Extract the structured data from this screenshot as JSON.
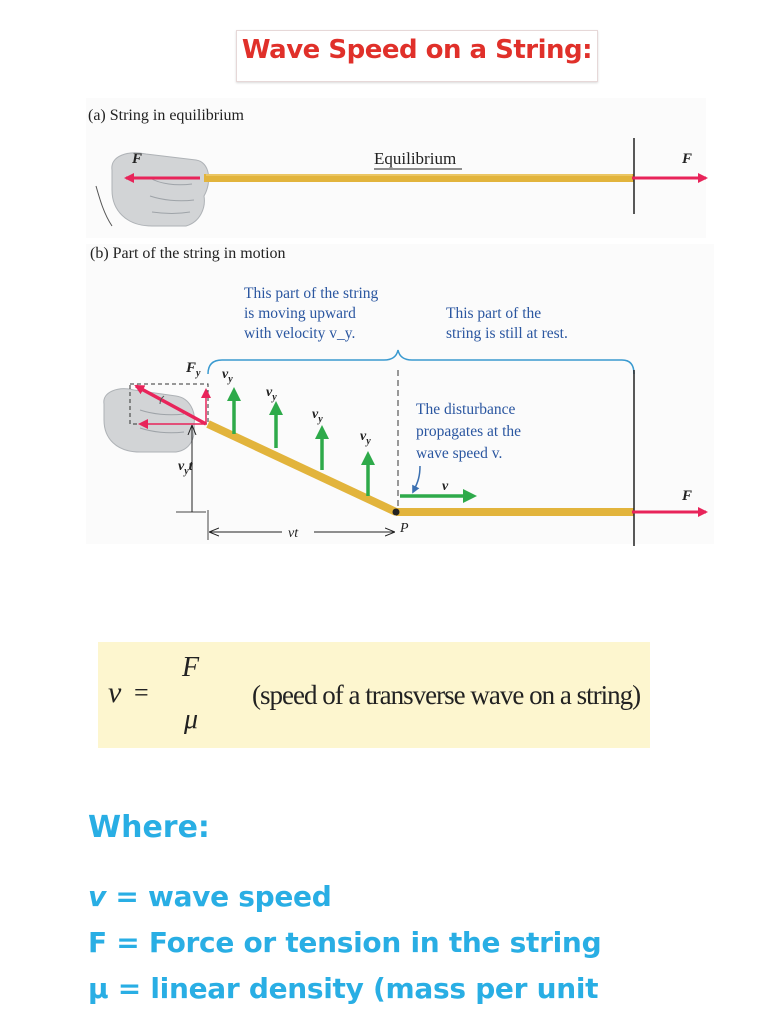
{
  "title": "Wave Speed on a String:",
  "panel_a": {
    "label": "(a) String in equilibrium",
    "equilibrium_label": "Equilibrium",
    "force_left": "F",
    "force_right": "F"
  },
  "panel_b": {
    "label": "(b) Part of the string in motion",
    "moving_note": [
      "This part of the string",
      "is moving upward",
      "with velocity v_y."
    ],
    "rest_note": [
      "This part of the",
      "string is still at rest."
    ],
    "disturbance_note": [
      "The disturbance",
      "propagates at the",
      "wave speed v."
    ],
    "fy_label": "F",
    "fy_sub": "y",
    "vy_label": "v",
    "vy_sub": "y",
    "vyt_label": "v",
    "vyt_sub": "y",
    "vyt_suffix": "t",
    "v_label": "v",
    "vt_label": "vt",
    "p_label": "P",
    "force_right": "F"
  },
  "formula": {
    "lhs": "v",
    "eq": "=",
    "numerator": "F",
    "denominator": "μ",
    "description": "(speed of a transverse wave on a string)"
  },
  "where_label": "Where:",
  "definitions": {
    "v_symbol": "v",
    "v_text": " = wave speed",
    "f_line": "F = Force or tension in the string",
    "mu_line": "µ = linear density (mass per unit"
  },
  "colors": {
    "title": "#e0302a",
    "accent_blue": "#29aee4",
    "string": "#e2b43c",
    "force_arrow": "#e8245a",
    "velocity_arrow": "#2eaa4a",
    "brace": "#3a9ad0",
    "formula_bg": "#fdf6cf"
  }
}
